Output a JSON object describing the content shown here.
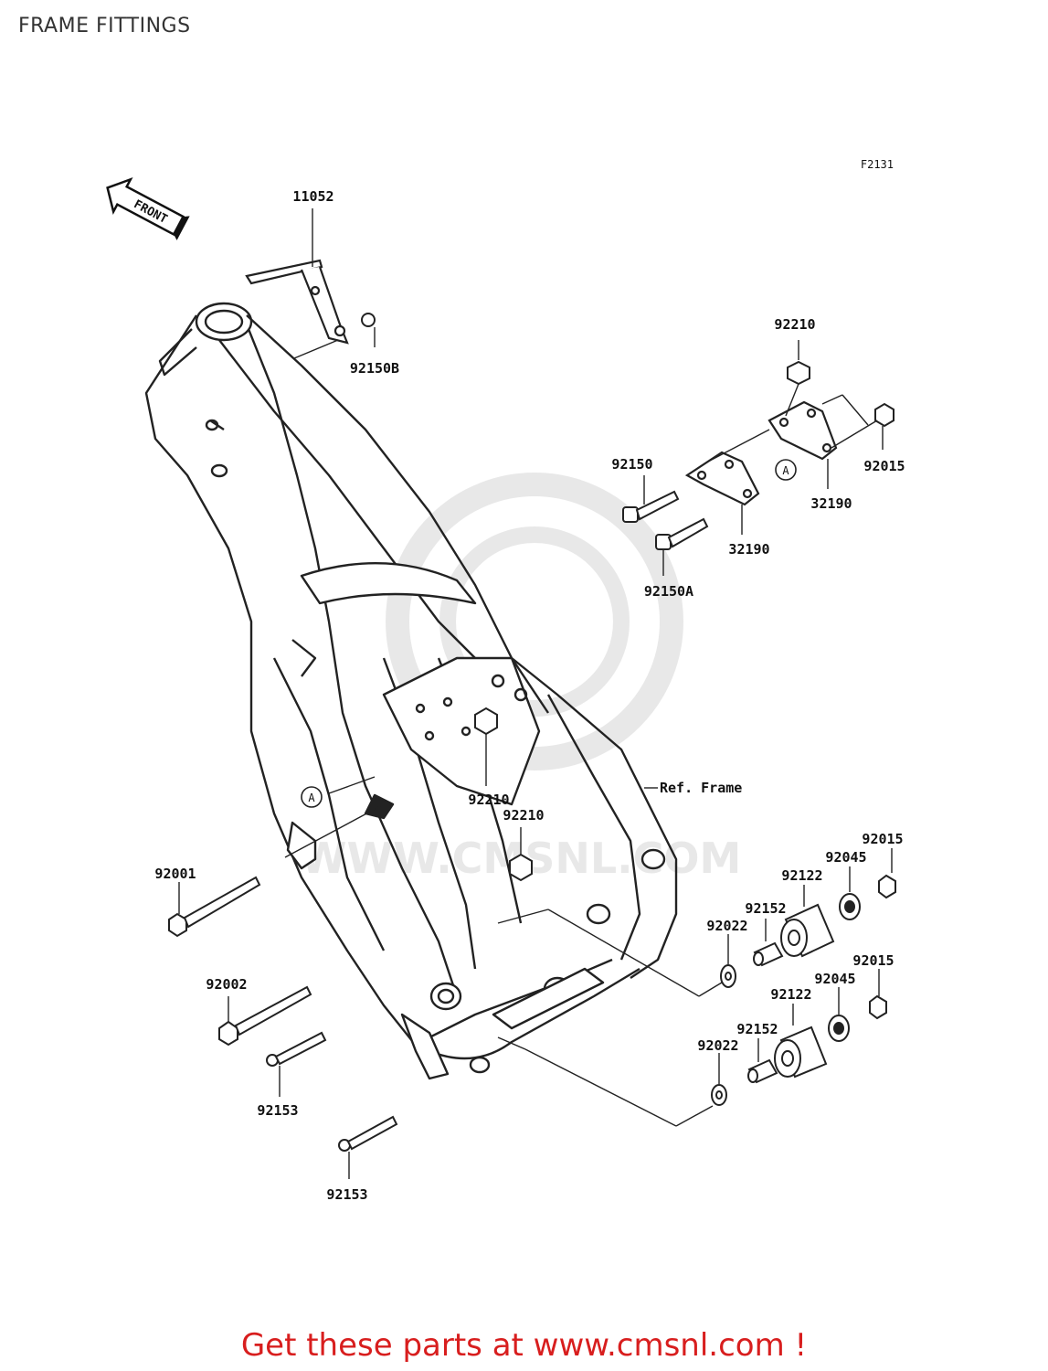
{
  "page": {
    "title": "FRAME FITTINGS"
  },
  "diagram": {
    "code": "F2131",
    "front_label": "FRONT",
    "ref_label": "Ref. Frame",
    "marker_a": "A",
    "watermark": "WWW.CMSNL.COM",
    "parts": {
      "p11052": "11052",
      "p92150B": "92150B",
      "p92210_top": "92210",
      "p92015_top": "92015",
      "p92150": "92150",
      "p32190_a": "32190",
      "p32190_b": "32190",
      "p92150A": "92150A",
      "p92210_mid": "92210",
      "p92210_mid2": "92210",
      "p92001": "92001",
      "p92015_r1": "92015",
      "p92045_r1": "92045",
      "p92122_r1": "92122",
      "p92152_r1": "92152",
      "p92022_r1": "92022",
      "p92002": "92002",
      "p92015_r2": "92015",
      "p92045_r2": "92045",
      "p92122_r2": "92122",
      "p92152_r2": "92152",
      "p92022_r2": "92022",
      "p92153_a": "92153",
      "p92153_b": "92153"
    }
  },
  "footer": {
    "text": "Get these parts at www.cmsnl.com !",
    "color": "#d81e1e"
  }
}
